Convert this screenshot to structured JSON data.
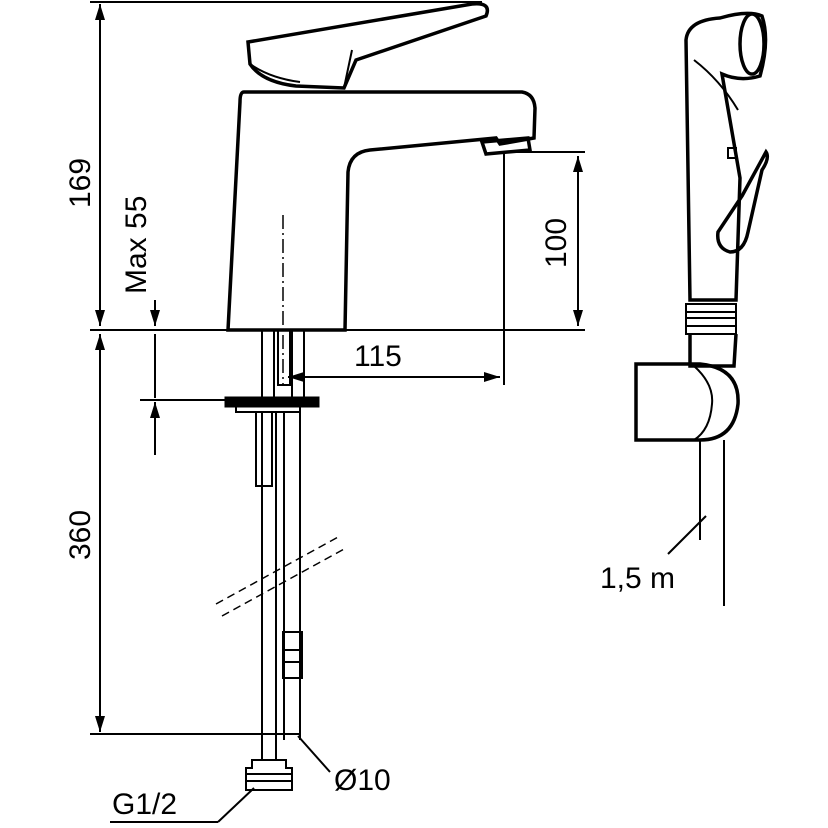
{
  "dimensions": {
    "total_height": "169",
    "max_deck": "Max 55",
    "spout_clearance": "100",
    "spout_reach": "115",
    "hose_length": "360",
    "pipe_diameter": "Ø10",
    "connection": "G1/2",
    "shower_hose": "1,5 m"
  }
}
